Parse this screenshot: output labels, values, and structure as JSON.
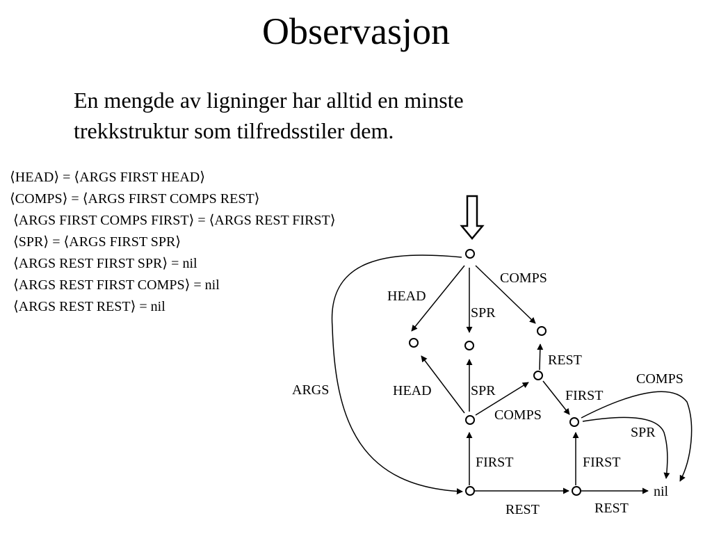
{
  "title": "Observasjon",
  "body_lines": [
    "En mengde av ligninger har alltid en minste",
    "trekkstruktur som tilfredsstiler dem."
  ],
  "equations": [
    "⟨HEAD⟩ = ⟨ARGS FIRST HEAD⟩",
    "⟨COMPS⟩ = ⟨ARGS FIRST COMPS REST⟩",
    " ⟨ARGS FIRST COMPS FIRST⟩ = ⟨ARGS REST FIRST⟩",
    " ⟨SPR⟩ = ⟨ARGS FIRST SPR⟩",
    " ⟨ARGS REST FIRST SPR⟩ = nil",
    " ⟨ARGS REST FIRST COMPS⟩ = nil",
    " ⟨ARGS REST REST⟩ = nil"
  ],
  "graph": {
    "edge_labels": {
      "root_head": "HEAD",
      "root_spr": "SPR",
      "root_comps": "COMPS",
      "args": "ARGS",
      "first_head": "HEAD",
      "first_spr": "SPR",
      "first_comps": "COMPS",
      "comps_rest": "REST",
      "comps_first": "FIRST",
      "second_comps": "COMPS",
      "second_spr": "SPR",
      "args_first": "FIRST",
      "rest_first": "FIRST",
      "args_rest": "REST",
      "rest_rest": "REST"
    },
    "nil_label": "nil"
  }
}
